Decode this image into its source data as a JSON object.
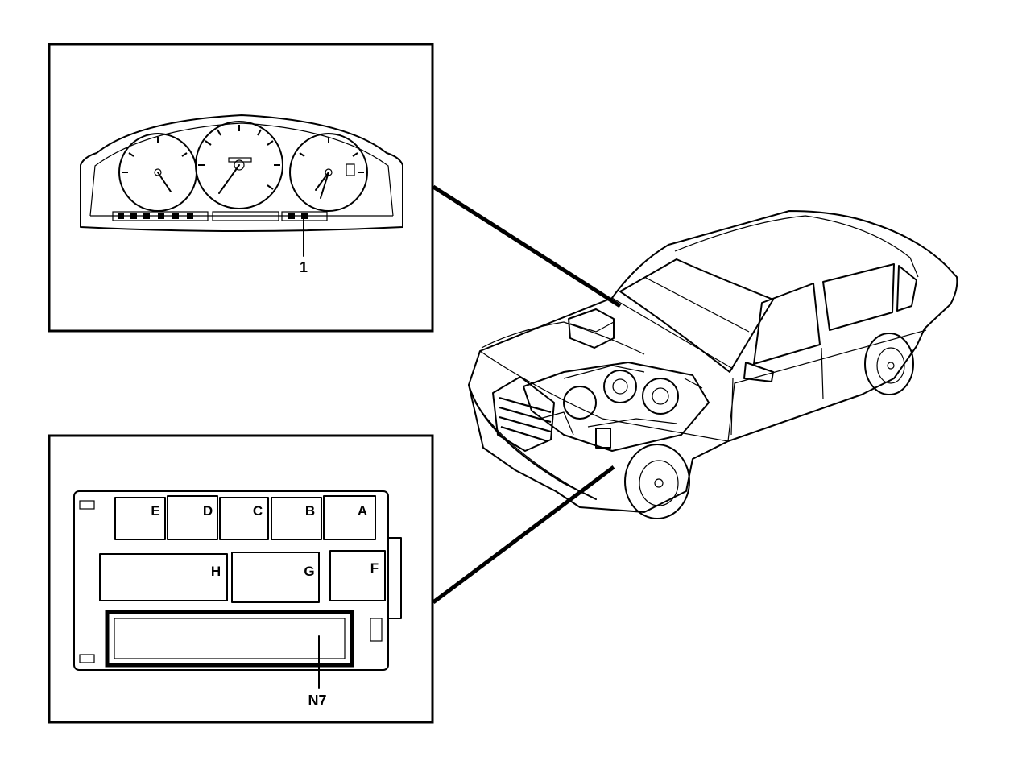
{
  "inset_top": {
    "callout": "1"
  },
  "inset_bottom": {
    "callout": "N7",
    "relays": [
      "A",
      "B",
      "C",
      "D",
      "E",
      "F",
      "G",
      "H"
    ]
  },
  "colors": {
    "ink": "#000000",
    "paper": "#ffffff"
  }
}
